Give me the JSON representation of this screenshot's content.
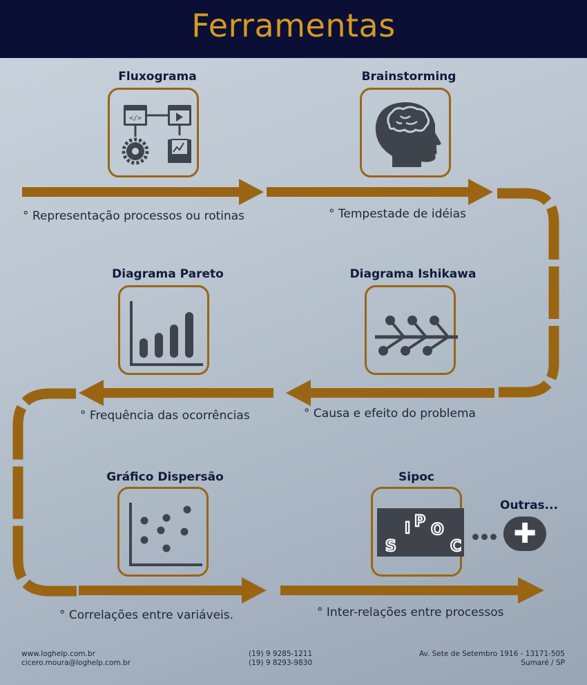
{
  "header": {
    "title": "Ferramentas"
  },
  "tools": [
    {
      "title": "Fluxograma",
      "description": "° Representação processos ou rotinas",
      "icon": "flowchart-icon"
    },
    {
      "title": "Brainstorming",
      "description": "° Tempestade de idéias",
      "icon": "brain-head-icon"
    },
    {
      "title": "Diagrama Pareto",
      "description": "° Frequência das ocorrências",
      "icon": "bar-chart-icon"
    },
    {
      "title": "Diagrama Ishikawa",
      "description": "° Causa e efeito do problema",
      "icon": "fishbone-icon"
    },
    {
      "title": "Gráfico Dispersão",
      "description": "° Correlações entre variáveis.",
      "icon": "scatter-plot-icon"
    },
    {
      "title": "Sipoc",
      "description": "° Inter-relações entre processos",
      "icon": "sipoc-icon",
      "letters": [
        "S",
        "I",
        "P",
        "O",
        "C"
      ]
    }
  ],
  "others": {
    "label": "Outras...",
    "icon": "plus-icon",
    "symbol": "✚"
  },
  "footer": {
    "website": "www.loghelp.com.br",
    "email": "cicero.moura@loghelp.com.br",
    "phone1": "(19) 9 9285-1211",
    "phone2": "(19) 9 8293-9830",
    "address": "Av. Sete de Setembro 1916 - 13171-505",
    "city": "Sumaré / SP"
  },
  "colors": {
    "header_bg": "#0b0f35",
    "title": "#d59a22",
    "flow": "#9a6512",
    "icon": "#3f444c"
  }
}
